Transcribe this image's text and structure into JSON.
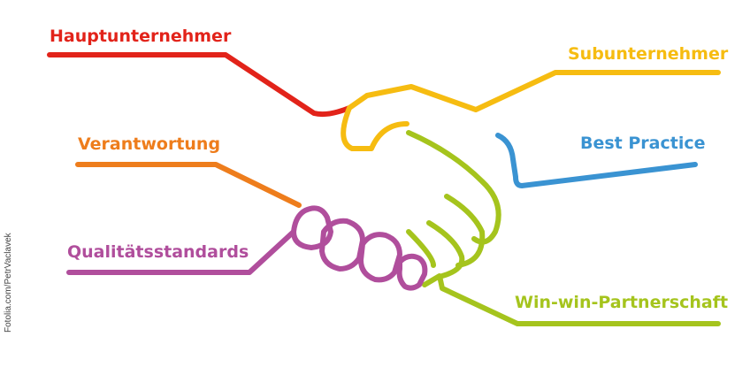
{
  "labels": {
    "hauptunternehmer": "Hauptunternehmer",
    "subunternehmer": "Subunternehmer",
    "verantwortung": "Verantwortung",
    "best_practice": "Best Practice",
    "qualitaetsstandards": "Qualitätsstandards",
    "win_win": "Win-win-Partnerschaft"
  },
  "credit": "Fotolia.com/PetrVaclavek",
  "colors": {
    "red": "#e2231a",
    "yellow": "#f6bc11",
    "orange": "#ee7d1c",
    "blue": "#3a93d2",
    "purple": "#b04e9c",
    "green": "#a5c41d"
  }
}
